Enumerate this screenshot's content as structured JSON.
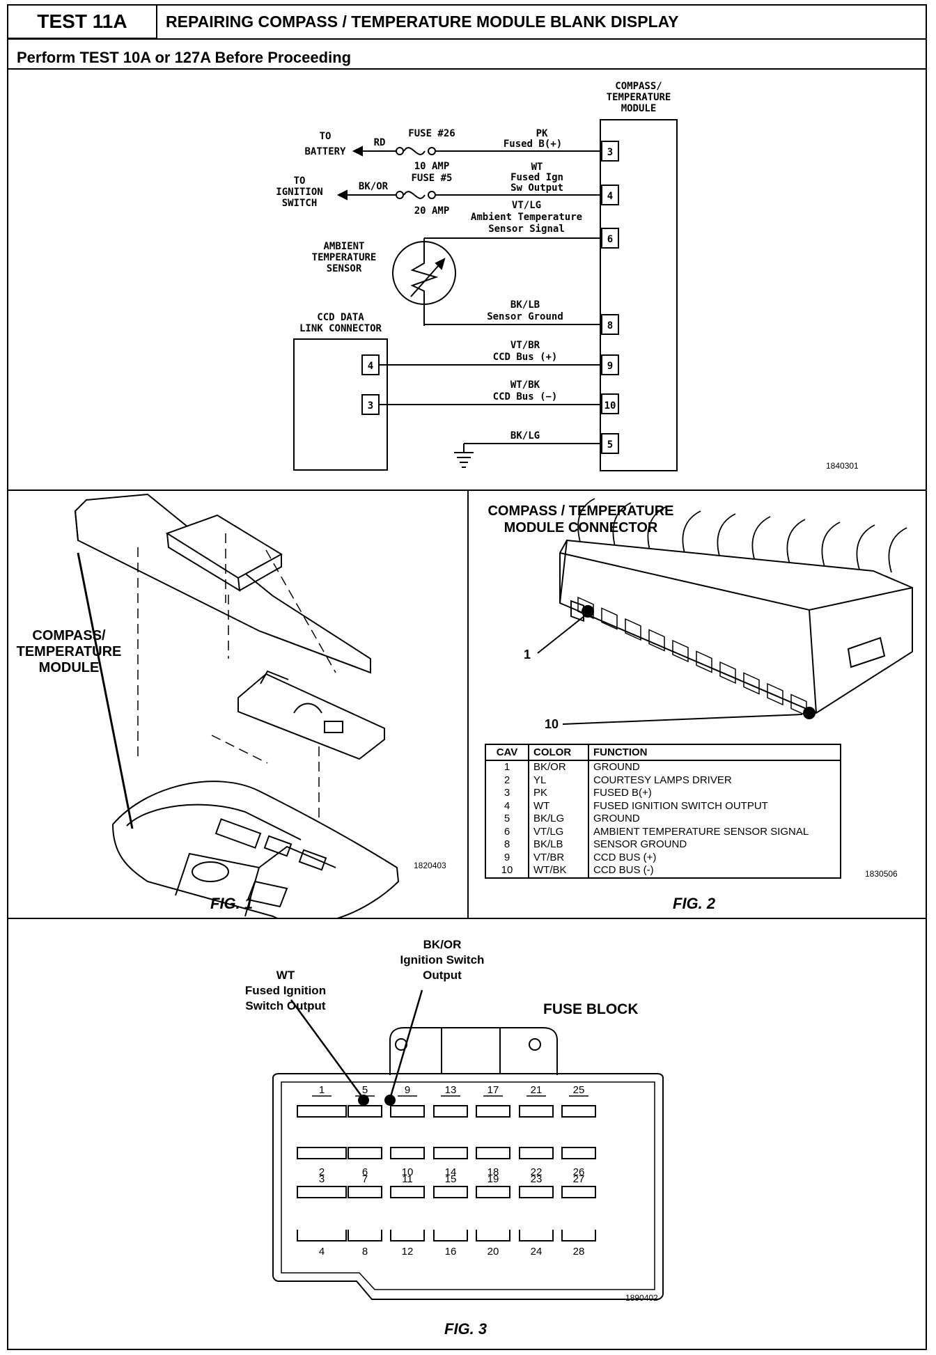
{
  "header": {
    "test_id": "TEST 11A",
    "title": "REPAIRING COMPASS / TEMPERATURE MODULE BLANK DISPLAY",
    "subtitle": "Perform TEST 10A or 127A Before Proceeding"
  },
  "schematic": {
    "module_label": [
      "COMPASS/",
      "TEMPERATURE",
      "MODULE"
    ],
    "battery_label": [
      "TO",
      "BATTERY"
    ],
    "ignition_label": [
      "TO",
      "IGNITION",
      "SWITCH"
    ],
    "fuse26": {
      "wire": "RD",
      "name": "FUSE #26",
      "rating": "10 AMP"
    },
    "fuse5": {
      "wire": "BK/OR",
      "name": "FUSE #5",
      "rating": "20 AMP"
    },
    "sensor_label": [
      "AMBIENT",
      "TEMPERATURE",
      "SENSOR"
    ],
    "ccd_label": [
      "CCD DATA",
      "LINK CONNECTOR"
    ],
    "ccd_pins": [
      "4",
      "3"
    ],
    "wires": [
      {
        "pin": "3",
        "color": "PK",
        "desc": "Fused B(+)"
      },
      {
        "pin": "4",
        "color": "WT",
        "desc": "Fused Ign",
        "desc2": "Sw Output"
      },
      {
        "pin": "6",
        "color": "VT/LG",
        "desc": "Ambient Temperature",
        "desc2": "Sensor Signal"
      },
      {
        "pin": "8",
        "color": "BK/LB",
        "desc": "Sensor Ground"
      },
      {
        "pin": "9",
        "color": "VT/BR",
        "desc": "CCD Bus (+)"
      },
      {
        "pin": "10",
        "color": "WT/BK",
        "desc": "CCD Bus (−)"
      },
      {
        "pin": "5",
        "color": "BK/LG",
        "desc": ""
      }
    ],
    "code": "1840301"
  },
  "fig1": {
    "label": [
      "COMPASS/",
      "TEMPERATURE",
      "MODULE"
    ],
    "code": "1820403",
    "caption": "FIG. 1"
  },
  "fig2": {
    "label": [
      "COMPASS / TEMPERATURE",
      "MODULE CONNECTOR"
    ],
    "pin_first": "1",
    "pin_last": "10",
    "table_headers": [
      "CAV",
      "COLOR",
      "FUNCTION"
    ],
    "rows": [
      [
        "1",
        "BK/OR",
        "GROUND"
      ],
      [
        "2",
        "YL",
        "COURTESY LAMPS DRIVER"
      ],
      [
        "3",
        "PK",
        "FUSED B(+)"
      ],
      [
        "4",
        "WT",
        "FUSED IGNITION SWITCH OUTPUT"
      ],
      [
        "5",
        "BK/LG",
        "GROUND"
      ],
      [
        "6",
        "VT/LG",
        "AMBIENT TEMPERATURE SENSOR SIGNAL"
      ],
      [
        "8",
        "BK/LB",
        "SENSOR GROUND"
      ],
      [
        "9",
        "VT/BR",
        "CCD BUS (+)"
      ],
      [
        "10",
        "WT/BK",
        "CCD BUS (-)"
      ]
    ],
    "code": "1830506",
    "caption": "FIG. 2"
  },
  "fig3": {
    "wt_label": [
      "WT",
      "Fused Ignition",
      "Switch Output"
    ],
    "bkor_label": [
      "BK/OR",
      "Ignition Switch",
      "Output"
    ],
    "title": "FUSE BLOCK",
    "row1_top": [
      "1",
      "5",
      "9",
      "13",
      "17",
      "21",
      "25"
    ],
    "row2_bot": [
      "2",
      "6",
      "10",
      "14",
      "18",
      "22",
      "26"
    ],
    "row3_top": [
      "3",
      "7",
      "11",
      "15",
      "19",
      "23",
      "27"
    ],
    "row4_bot": [
      "4",
      "8",
      "12",
      "16",
      "20",
      "24",
      "28"
    ],
    "code": "1890402",
    "caption": "FIG. 3"
  }
}
